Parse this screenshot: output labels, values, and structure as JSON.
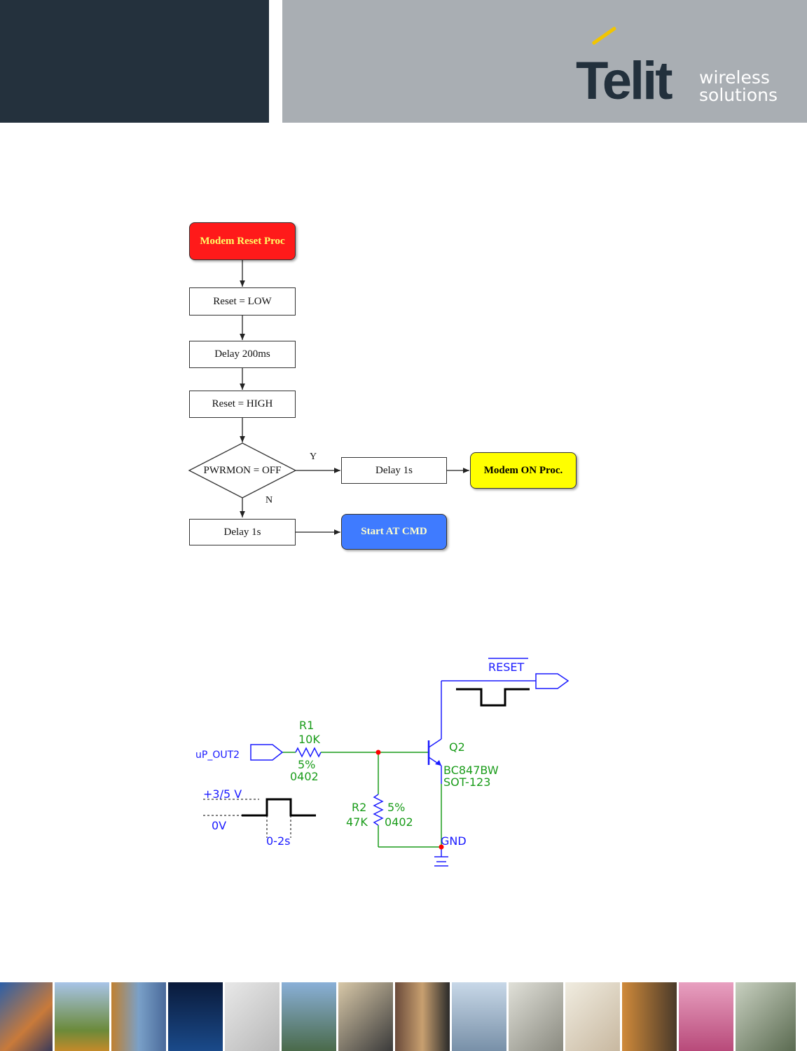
{
  "header": {
    "logo_word": "Telit",
    "logo_tag_line1": "wireless",
    "logo_tag_line2": "solutions",
    "colors": {
      "dark_panel": "#24313d",
      "grey_panel": "#a9aeb3",
      "accent": "#f2c500"
    }
  },
  "flowchart": {
    "start": "Modem Reset Proc",
    "step1": "Reset = LOW",
    "step2": "Delay 200ms",
    "step3": "Reset = HIGH",
    "decision": "PWRMON = OFF",
    "yes_label": "Y",
    "no_label": "N",
    "yes_delay": "Delay 1s",
    "yes_end": "Modem ON Proc.",
    "no_delay": "Delay 1s",
    "no_end": "Start AT CMD",
    "colors": {
      "start": "#ff1a1a",
      "yes_end": "#ffff00",
      "no_end": "#3f7bff"
    }
  },
  "schematic": {
    "input_net": "uP_OUT2",
    "output_net": "RESET",
    "r1": {
      "ref": "R1",
      "value": "10K",
      "tol": "5%",
      "pkg": "0402"
    },
    "r2": {
      "ref": "R2",
      "value": "47K",
      "tol": "5%",
      "pkg": "0402"
    },
    "q2": {
      "ref": "Q2",
      "part": "BC847BW",
      "pkg": "SOT-123"
    },
    "gnd": "GND",
    "pulse_high": "+3/5 V",
    "pulse_low": "0V",
    "pulse_width": "0-2s",
    "colors": {
      "wire": "#1a9c1a",
      "component": "#1a1aff",
      "net_label": "#1a1aff",
      "node": "#ff0000"
    }
  },
  "footer": {
    "photos": [
      "airport",
      "phone-booth",
      "containers",
      "clock-display",
      "keyboard",
      "cyclist",
      "card-reader",
      "vending-machine",
      "wind-turbines",
      "electric-meter",
      "laser-lines",
      "subway",
      "shelves",
      "security-camera"
    ]
  }
}
